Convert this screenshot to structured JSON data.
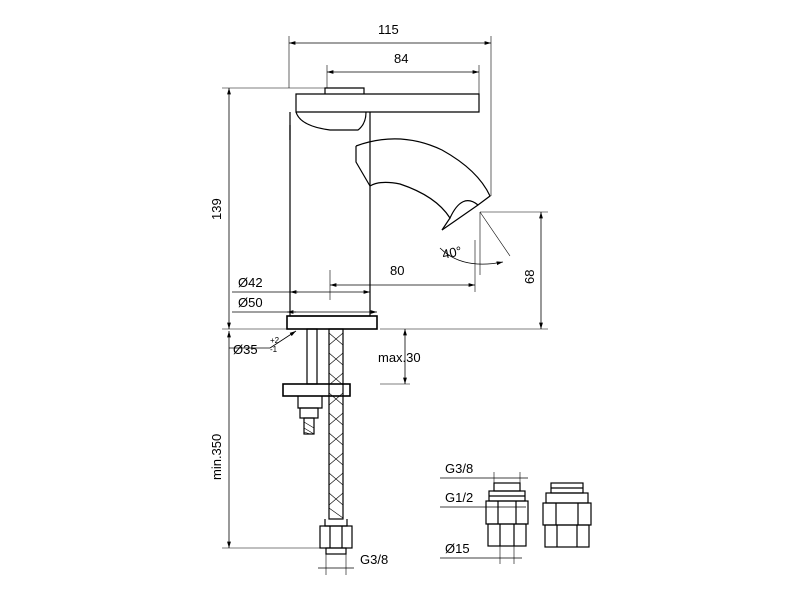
{
  "dimensions": {
    "width_overall": "115",
    "lever_length": "84",
    "height_overall": "139",
    "angle": "40°",
    "spout_reach": "80",
    "spout_height": "68",
    "body_diameter": "Ø42",
    "base_diameter": "Ø50",
    "hole_diameter": "Ø35",
    "hole_tol_plus": "+2",
    "hole_tol_minus": "-1",
    "max_thickness": "max.30",
    "min_hose_length": "min.350",
    "hose_thread": "G3/8"
  },
  "adapters": {
    "thread_top": "G3/8",
    "thread_mid": "G1/2",
    "pipe_diameter": "Ø15"
  }
}
